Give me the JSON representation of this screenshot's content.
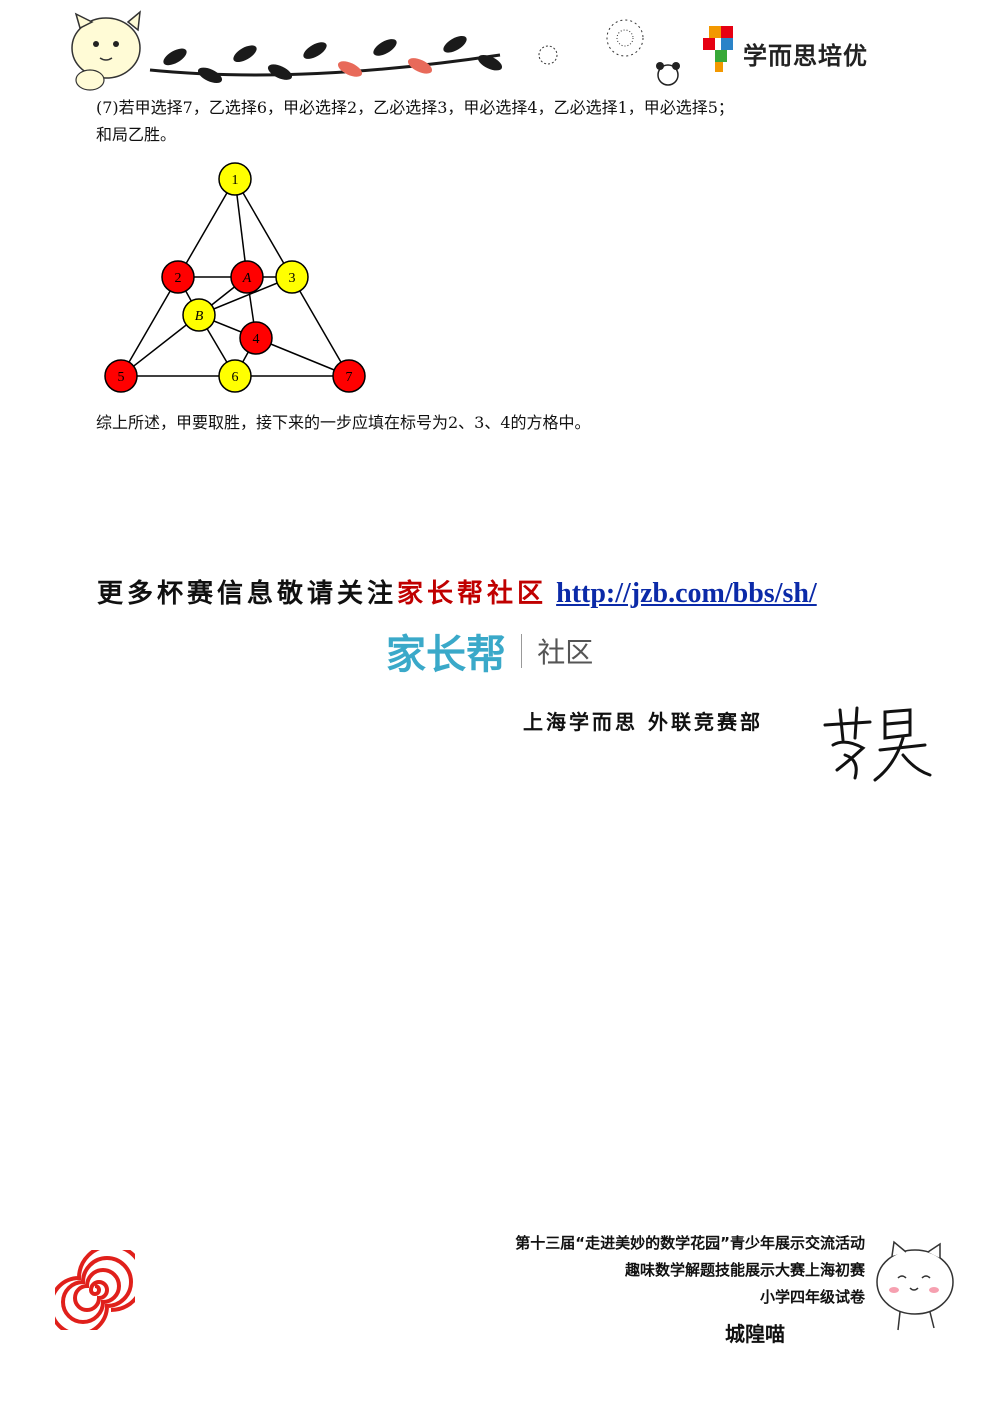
{
  "header": {
    "brand_text": "学而思培优",
    "colors": {
      "leaf_dark": "#1a1a1a",
      "leaf_pink": "#e86a5a",
      "brand_orange": "#f39800",
      "brand_red": "#e60012",
      "brand_blue": "#2a83c8",
      "brand_green": "#38a838"
    }
  },
  "content": {
    "para1_line1": "(7)若甲选择7，乙选择6，甲必选择2，乙必选择3，甲必选择4，乙必选择1，甲必选择5；",
    "para1_line2": "和局乙胜。",
    "conclusion": "综上所述，甲要取胜，接下来的一步应填在标号为2、3、4的方格中。"
  },
  "diagram": {
    "nodes": [
      {
        "id": "1",
        "label": "1",
        "color": "yellow"
      },
      {
        "id": "2",
        "label": "2",
        "color": "red"
      },
      {
        "id": "A",
        "label": "A",
        "color": "red"
      },
      {
        "id": "3",
        "label": "3",
        "color": "yellow"
      },
      {
        "id": "B",
        "label": "B",
        "color": "yellow"
      },
      {
        "id": "4",
        "label": "4",
        "color": "red"
      },
      {
        "id": "5",
        "label": "5",
        "color": "red"
      },
      {
        "id": "6",
        "label": "6",
        "color": "yellow"
      },
      {
        "id": "7",
        "label": "7",
        "color": "red"
      }
    ],
    "edges": [
      [
        "1",
        "5"
      ],
      [
        "1",
        "7"
      ],
      [
        "1",
        "A"
      ],
      [
        "5",
        "7"
      ],
      [
        "2",
        "3"
      ],
      [
        "2",
        "B"
      ],
      [
        "B",
        "6"
      ],
      [
        "B",
        "3"
      ],
      [
        "A",
        "4"
      ],
      [
        "4",
        "7"
      ],
      [
        "5",
        "B"
      ],
      [
        "6",
        "4"
      ],
      [
        "B",
        "4"
      ],
      [
        "A",
        "B"
      ]
    ],
    "colors": {
      "yellow": "#ffff00",
      "red": "#ff0000",
      "edge": "#000000"
    }
  },
  "promo": {
    "text_black": "更多杯赛信息敬请关注",
    "text_red": "家长帮社区",
    "link": "http://jzb.com/bbs/sh/",
    "logo_main": "家长帮",
    "logo_sub": "社区",
    "logo_color": "#3aa9c9"
  },
  "signature": {
    "org": "上海学而思 外联竞赛部",
    "name": "苏昊"
  },
  "footer": {
    "line1": "第十三届“走进美妙的数学花园”青少年展示交流活动",
    "line2": "趣味数学解题技能展示大赛上海初赛",
    "line3": "小学四年级试卷",
    "author": "城隍喵"
  }
}
